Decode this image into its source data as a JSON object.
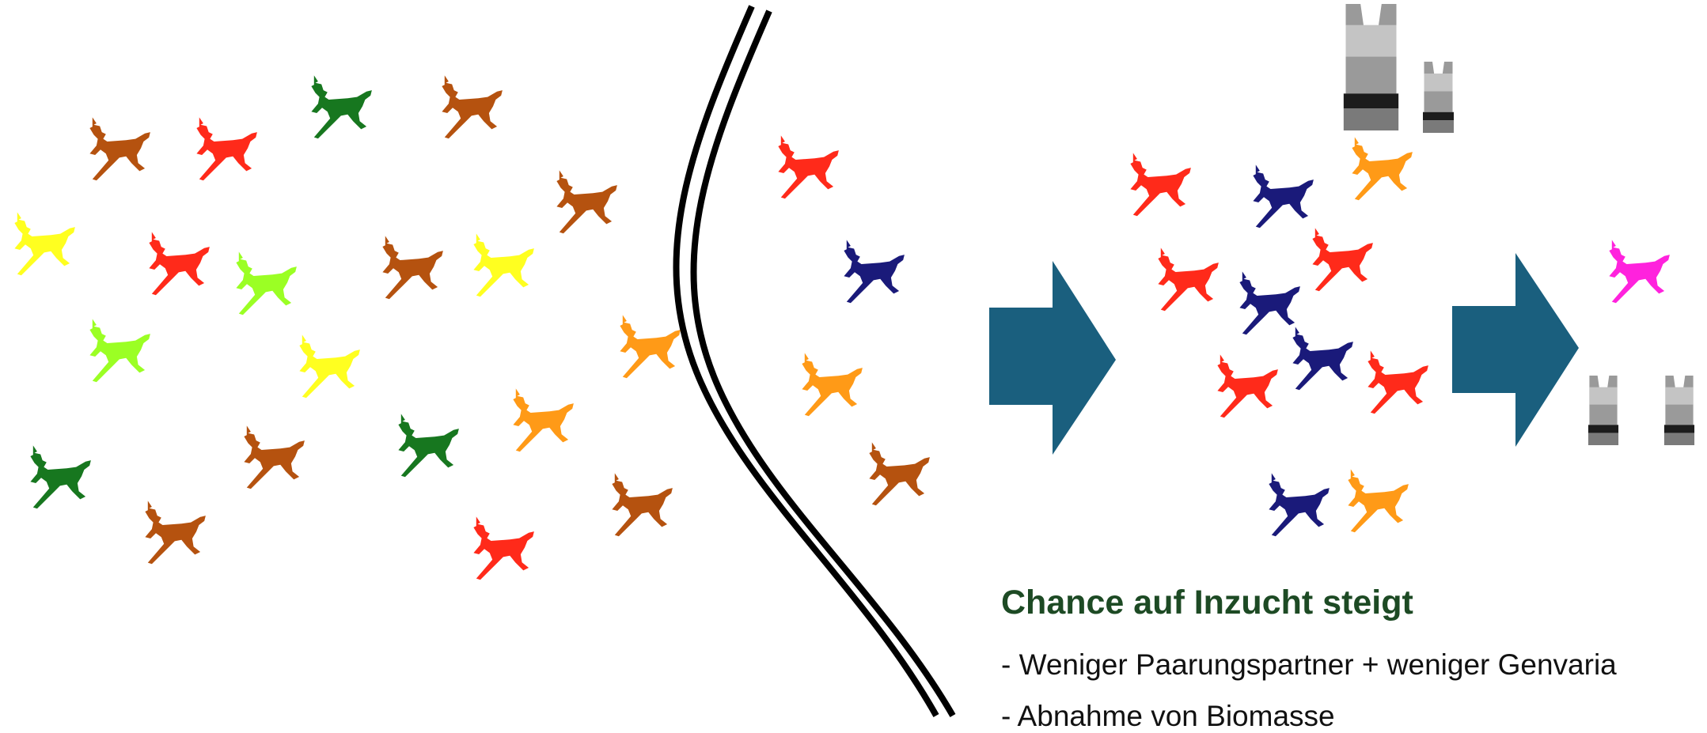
{
  "colors": {
    "red": "#ff2a1a",
    "orange": "#ff9a17",
    "brown": "#b5520f",
    "lime": "#9bff24",
    "yellow": "#ffff20",
    "green": "#17771f",
    "navy": "#1a1a7a",
    "magenta": "#ff22dd",
    "arrow": "#1a5f7e",
    "heading": "#1d4a24"
  },
  "icons": [
    "deer-icon",
    "torx-bit-icon",
    "arrow-right-icon",
    "barrier-double-line"
  ],
  "text": {
    "heading": "Chance auf Inzucht steigt",
    "bullet_1": "- Weniger Paarungspartner + weniger Genvaria",
    "bullet_2": "- Abnahme von Biomasse"
  }
}
